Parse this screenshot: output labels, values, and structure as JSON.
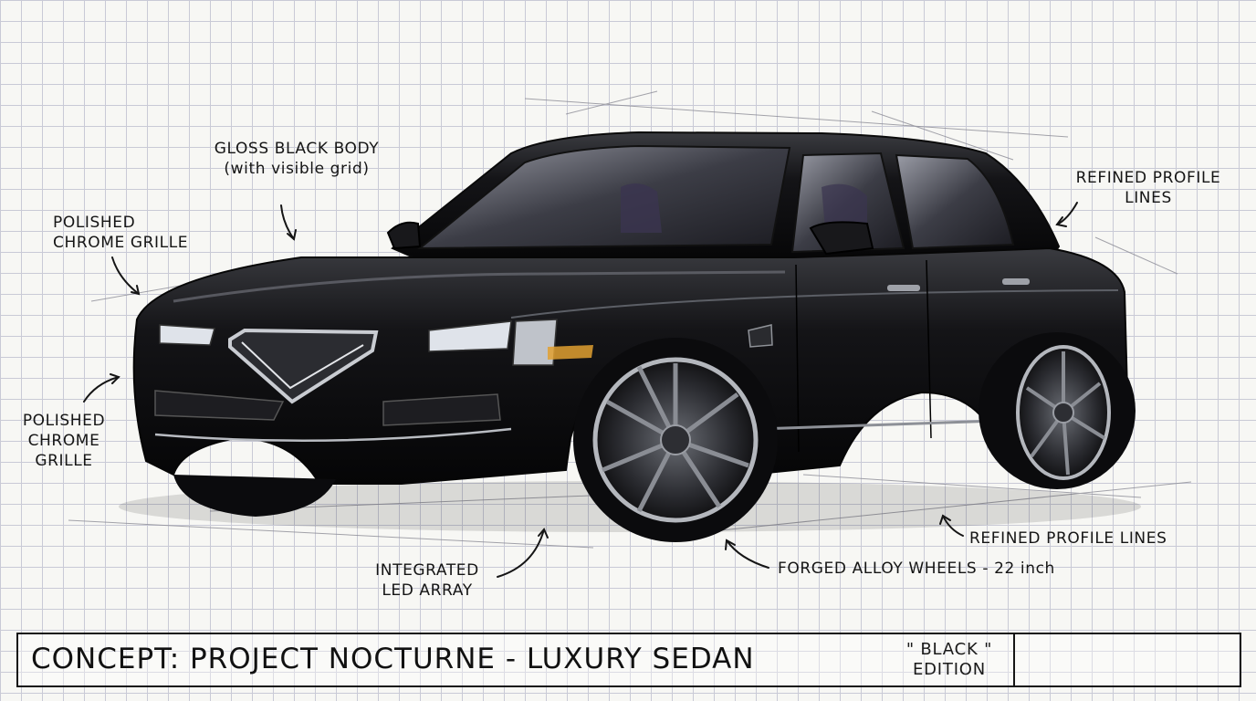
{
  "annotations": {
    "gloss_body": "GLOSS BLACK BODY\n(with visible grid)",
    "grille_top": "POLISHED\nCHROME GRILLE",
    "grille_left": "POLISHED\nCHROME\nGRILLE",
    "profile_top": "REFINED PROFILE\nLINES",
    "profile_bottom": "REFINED PROFILE LINES",
    "led_array": "INTEGRATED\nLED ARRAY",
    "wheels": "FORGED ALLOY WHEELS - 22 inch"
  },
  "title_block": {
    "title": "CONCEPT: PROJECT NOCTURNE - LUXURY SEDAN",
    "edition": "\" BLACK \"\nEDITION"
  },
  "colors": {
    "paper": "#f7f7f4",
    "grid": "#c9cad6",
    "ink": "#151515",
    "body": "#0e0e10",
    "chrome": "#c9ccd2"
  }
}
